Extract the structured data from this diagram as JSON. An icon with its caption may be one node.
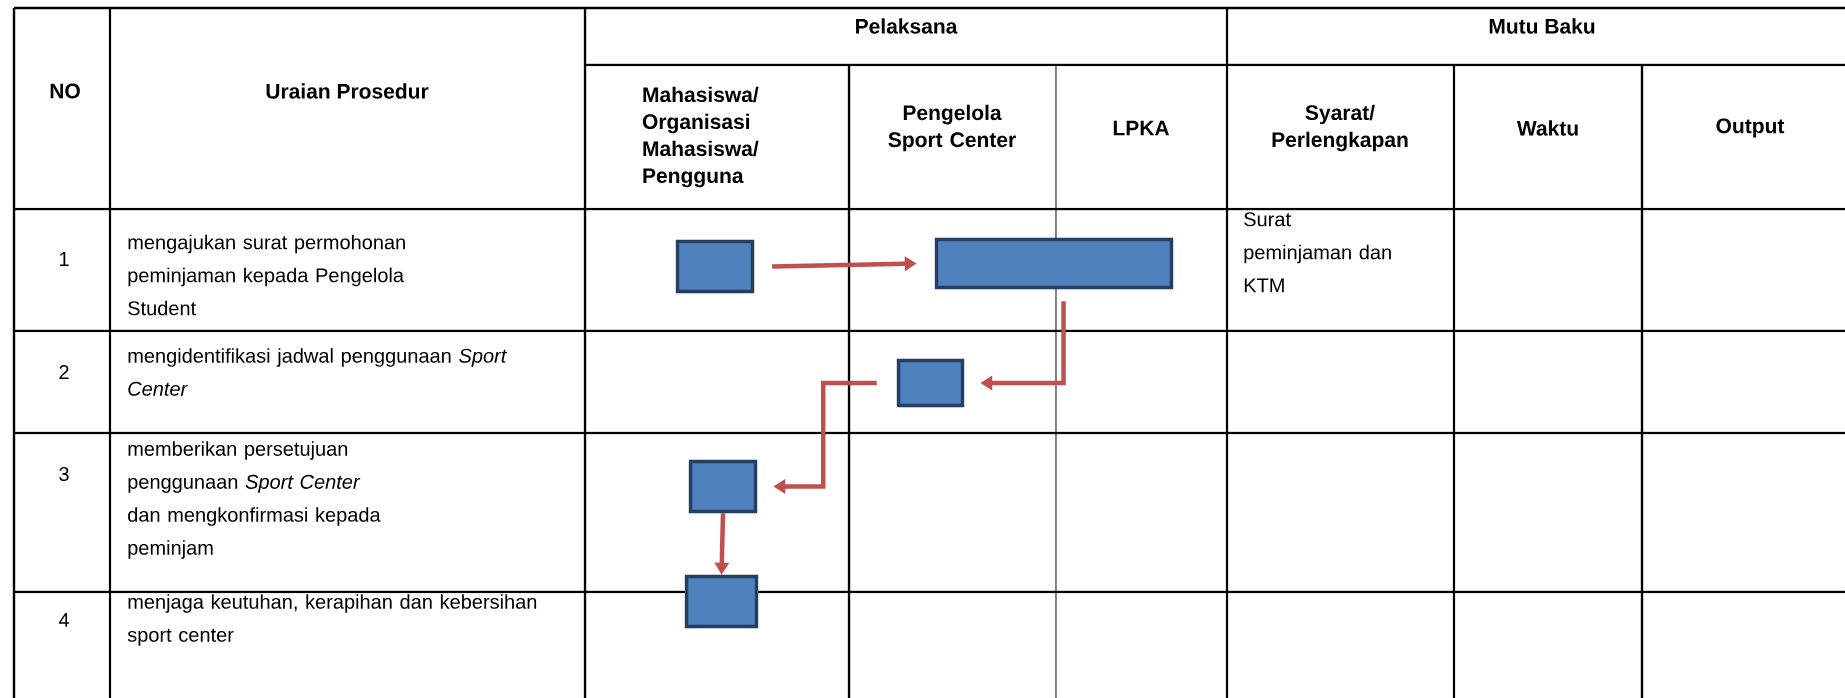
{
  "diagram": {
    "nodes": [
      {
        "text": [],
        "shape": "box"
      },
      {
        "text": [],
        "shape": "box"
      },
      {
        "text": [],
        "shape": "box"
      },
      {
        "text": [],
        "shape": "box"
      },
      {
        "text": [],
        "shape": "box"
      }
    ],
    "edges": [
      {
        "from": 0,
        "to": 1,
        "arrow": "to"
      },
      {
        "from": 1,
        "to": 2,
        "arrow": "to"
      },
      {
        "from": 2,
        "to": 3,
        "arrow": "to"
      },
      {
        "from": 3,
        "to": 4,
        "arrow": "to"
      }
    ],
    "labels": [
      "NO",
      "Uraian Prosedur",
      "Pelaksana",
      "Mutu Baku",
      "Mahasiswa/ Organisasi Mahasiswa/ Pengguna",
      "Pengelola Sport Center",
      "LPKA",
      "Syarat/ Perlengkapan",
      "Waktu",
      "Output",
      "1",
      "mengajukan surat permohonan peminjaman kepada Pengelola Student",
      "Surat peminjaman dan KTM",
      "2",
      "mengidentifikasi jadwal penggunaan *Sport Center*",
      "3",
      "memberikan persetujuan penggunaan *Sport Center* dan mengkonfirmasi kepada peminjam",
      "4",
      "menjaga keutuhan, kerapihan dan kebersihan sport center"
    ]
  }
}
